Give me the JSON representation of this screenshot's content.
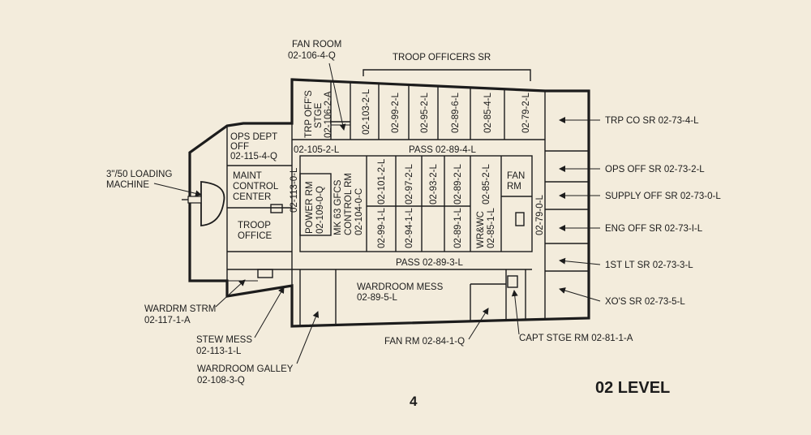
{
  "title": "02 LEVEL",
  "page_number": "4",
  "labels": {
    "fan_room_top": [
      "FAN ROOM",
      "02-106-4-Q"
    ],
    "troop_officers_sr": "TROOP OFFICERS SR",
    "trp_offs_stge": [
      "TRP OFF'S",
      "STGE",
      "02-106-2-A"
    ],
    "ops_dept_off": [
      "OPS DEPT",
      "OFF",
      "02-115-4-Q"
    ],
    "loading_machine": [
      "3\"/50 LOADING",
      "MACHINE"
    ],
    "maint_control": [
      "MAINT",
      "CONTROL",
      "CENTER"
    ],
    "troop_office": [
      "TROOP",
      "OFFICE"
    ],
    "pass_upper": "02-105-2-L",
    "pass_main": "PASS 02-89-4-L",
    "pass_lower": "PASS 02-89-3-L",
    "pass_left_vert": "02-113-0-L",
    "pass_right_vert": "02-79-0-L",
    "power_rm": [
      "POWER RM",
      "02-109-0-Q"
    ],
    "gfcs": [
      "MK 63 GFCS",
      "CONTROL RM",
      "02-104-0-C"
    ],
    "wr_wc": [
      "WR&WC",
      "02-85-1-L"
    ],
    "fan_rm_inner": [
      "FAN",
      "RM"
    ],
    "wardroom_mess": [
      "WARDROOM MESS",
      "02-89-5-L"
    ],
    "wardrm_strm": [
      "WARDRM STRM",
      "02-117-1-A"
    ],
    "stew_mess": [
      "STEW MESS",
      "02-113-1-L"
    ],
    "wardroom_galley": [
      "WARDROOM GALLEY",
      "02-108-3-Q"
    ],
    "fan_rm_bottom": "FAN RM 02-84-1-Q",
    "capt_stge": "CAPT STGE RM 02-81-1-A",
    "upper_rooms": [
      "02-103-2-L",
      "02-99-2-L",
      "02-95-2-L",
      "02-89-6-L",
      "02-85-4-L",
      "02-79-2-L"
    ],
    "inner_top_rooms": [
      "02-101-2-L",
      "02-97-2-L",
      "02-93-2-L",
      "02-89-2-L",
      "02-85-2-L"
    ],
    "inner_bottom_rooms": [
      "02-99-1-L",
      "02-94-1-L",
      "02-89-1-L"
    ],
    "right_side": [
      "TRP CO SR 02-73-4-L",
      "OPS OFF SR 02-73-2-L",
      "SUPPLY OFF SR 02-73-0-L",
      "ENG OFF SR 02-73-I-L",
      "1ST LT SR 02-73-3-L",
      "XO'S SR 02-73-5-L"
    ]
  }
}
